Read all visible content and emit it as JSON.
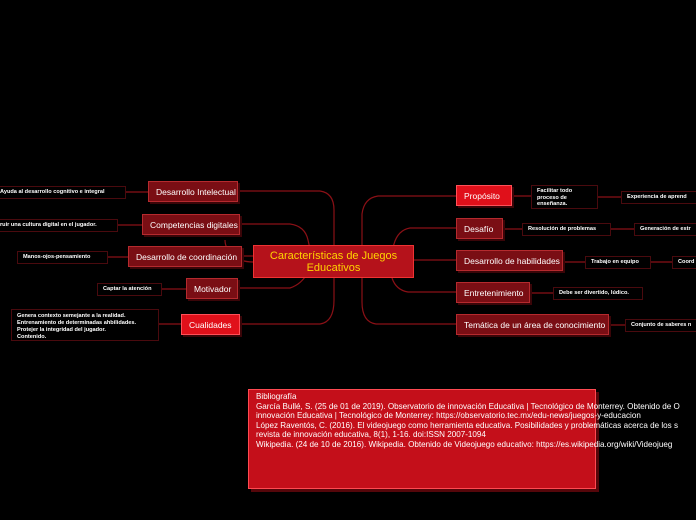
{
  "central": "Características de Juegos Educativos",
  "left_topics": [
    {
      "label": "Desarrollo Intelectual",
      "note": "Ayuda al desarrollo cognitivo e integral"
    },
    {
      "label": "Competencias digitales",
      "note": "ruir una cultura digital en el jugador."
    },
    {
      "label": "Desarrollo de coordinación",
      "note": "Manos-ojos-pensamiento"
    },
    {
      "label": "Motivador",
      "note": "Captar la atención"
    },
    {
      "label": "Cualidades",
      "note_lines": [
        "Genera contexto semejante a la realidad.",
        "Entrenamiento de determinadas ahbilidades.",
        "Protejer la integridad del jugador.",
        "Contenido."
      ]
    }
  ],
  "right_topics": [
    {
      "label": "Propósito",
      "note_lines": [
        "Facilitar todo",
        "proceso de",
        "enseñanza."
      ],
      "note2": "Experiencia de aprend"
    },
    {
      "label": "Desafío",
      "note": "Resolución de problemas",
      "note2": "Generación de estr"
    },
    {
      "label": "Desarrollo de habilidades",
      "note": "Trabajo en equipo",
      "note2": "Coord"
    },
    {
      "label": "Entretenimiento",
      "note": "Debe ser divertido, lúdico."
    },
    {
      "label": "Temática de un área de conocimiento",
      "note": "Conjunto de saberes n"
    }
  ],
  "bibliography": {
    "lines": [
      "Bibliografía",
      "García Bullé, S. (25 de 01 de 2019). Observatorio de innovación Educativa | Tecnológico de Monterrey. Obtenido de O",
      "innovación Educativa | Tecnológico de Monterrey: https://observatorio.tec.mx/edu-news/juegos-y-educacion",
      "López Raventós, C. (2016). El videojuego como herramienta educativa. Posibilidades y problemáticas acerca de los s",
      "revista de innovación educativa, 8(1), 1-16. doi:ISSN 2007-1094",
      "Wikipedia. (24 de 10 de 2016). Wikipedia. Obtenido de Videojuego educativo: https://es.wikipedia.org/wiki/Videojueg"
    ]
  }
}
